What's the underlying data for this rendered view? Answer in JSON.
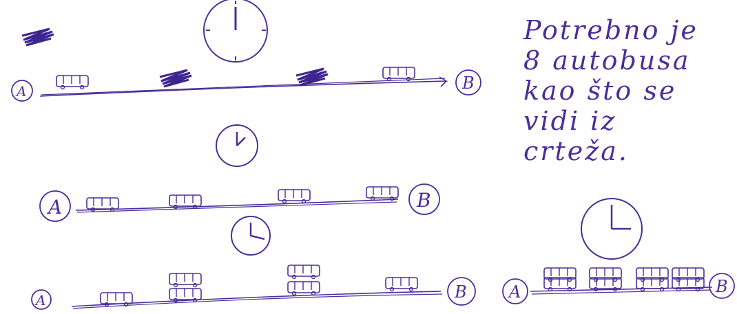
{
  "note": {
    "lines": [
      "Potrebno je",
      "8 autobusa",
      "kao što se",
      "vidi iz",
      "crteža."
    ]
  },
  "labels": {
    "start": "A",
    "end": "B"
  },
  "ink_color": "#4b2e9a"
}
